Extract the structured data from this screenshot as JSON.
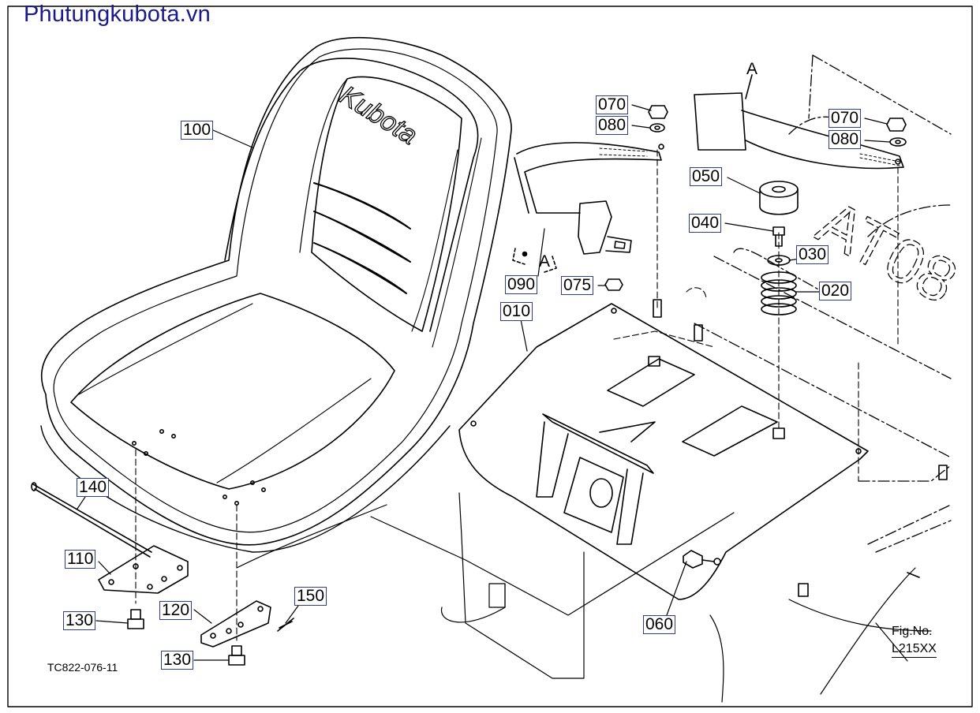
{
  "watermark": "Phutungkubota.vn",
  "brand_text": "Kubota",
  "drawing_code": "TC822-076-11",
  "fig_label": "Fig.No.",
  "fig_number": "L215XX",
  "tag_a": "A",
  "model_text": "AT08",
  "callouts": [
    {
      "id": "100",
      "label": "100"
    },
    {
      "id": "070a",
      "label": "070"
    },
    {
      "id": "080a",
      "label": "080"
    },
    {
      "id": "050",
      "label": "050"
    },
    {
      "id": "040",
      "label": "040"
    },
    {
      "id": "030",
      "label": "030"
    },
    {
      "id": "020",
      "label": "020"
    },
    {
      "id": "070b",
      "label": "070"
    },
    {
      "id": "080b",
      "label": "080"
    },
    {
      "id": "090",
      "label": "090"
    },
    {
      "id": "075",
      "label": "075"
    },
    {
      "id": "010",
      "label": "010"
    },
    {
      "id": "140",
      "label": "140"
    },
    {
      "id": "110",
      "label": "110"
    },
    {
      "id": "130a",
      "label": "130"
    },
    {
      "id": "120",
      "label": "120"
    },
    {
      "id": "150",
      "label": "150"
    },
    {
      "id": "130b",
      "label": "130"
    },
    {
      "id": "060",
      "label": "060"
    }
  ]
}
